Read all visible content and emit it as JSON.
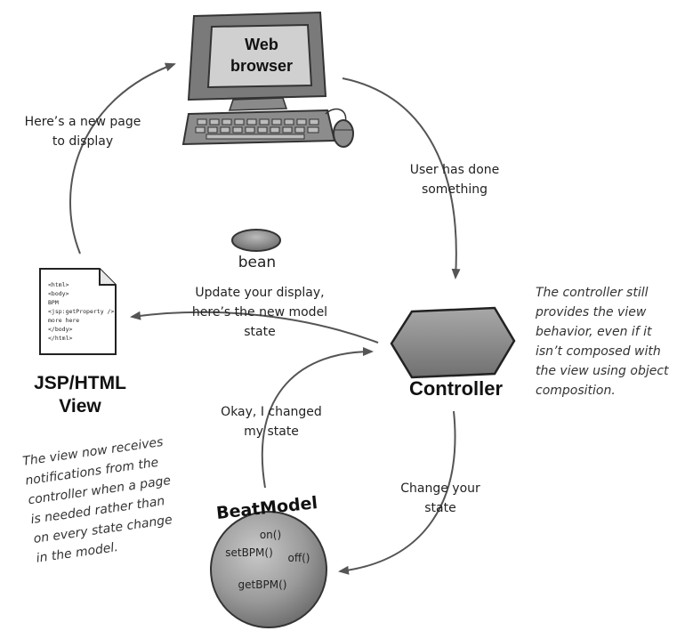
{
  "browser": {
    "label_line1": "Web",
    "label_line2": "browser"
  },
  "bean": {
    "label": "bean"
  },
  "jsp_view": {
    "code_lines": [
      "<html>",
      "<body>",
      "BPM",
      "<jsp:getProperty />",
      "more here",
      "</body>",
      "</html>"
    ],
    "label_line1": "JSP/HTML",
    "label_line2": "View"
  },
  "controller": {
    "label": "Controller"
  },
  "beat_model": {
    "title": "BeatModel",
    "methods": {
      "on": "on()",
      "set_bpm": "setBPM()",
      "off": "off()",
      "get_bpm": "getBPM()"
    }
  },
  "arrows": {
    "new_page": [
      "Here’s a new page",
      "to display"
    ],
    "user_done": [
      "User has done",
      "something"
    ],
    "update_display": [
      "Update your display,",
      "here’s the new model",
      "state"
    ],
    "changed_state": [
      "Okay, I changed",
      "my state"
    ],
    "change_state": [
      "Change your",
      "state"
    ]
  },
  "notes": {
    "controller_note": [
      "The controller still",
      "provides the view",
      "behavior, even if it",
      "isn’t composed with",
      "the view using object",
      "composition."
    ],
    "view_note": [
      "The view now receives",
      "notifications from the",
      "controller when a page",
      "is needed rather than",
      "on every state change",
      "in the model."
    ]
  },
  "colors": {
    "monitor": "#7a7a7a",
    "screen": "#d0d0d0",
    "controller": "#8c8c8c",
    "model": "#9a9a9a",
    "arrow": "#555555"
  }
}
